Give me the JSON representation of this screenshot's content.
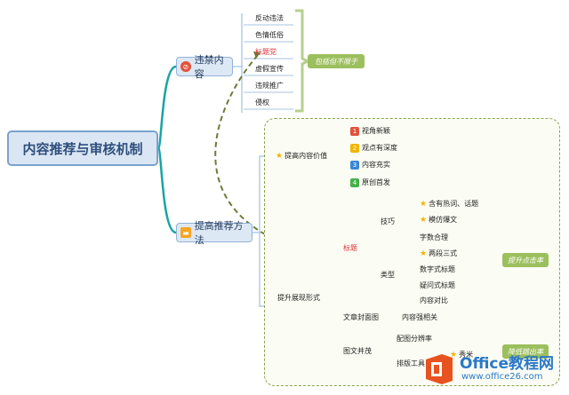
{
  "root": {
    "title": "内容推荐与审核机制"
  },
  "branches": {
    "prohibited": {
      "label": "违禁内容",
      "icon": "forbidden-icon"
    },
    "promote": {
      "label": "提高推荐方法",
      "icon": "folder-icon"
    }
  },
  "prohibited_items": [
    "反动违法",
    "色情低俗",
    "标题党",
    "虚假宣传",
    "违规推广",
    "侵权"
  ],
  "prohibited_note": "包括但不限于",
  "value": {
    "label": "提高内容价值",
    "items": [
      {
        "num": "1",
        "text": "视角新颖"
      },
      {
        "num": "2",
        "text": "观点有深度"
      },
      {
        "num": "3",
        "text": "内容充实"
      },
      {
        "num": "4",
        "text": "原创首发"
      }
    ]
  },
  "display": {
    "label": "提升展现形式",
    "title": {
      "label": "标题",
      "skills": {
        "label": "技巧",
        "items": [
          "含有热词、话题",
          "模仿爆文",
          "字数合理"
        ]
      },
      "types": {
        "label": "类型",
        "items": [
          "两段三式",
          "数字式标题",
          "疑问式标题",
          "内容对比"
        ]
      }
    },
    "cover": {
      "label": "文章封面图",
      "item": "内容强相关"
    },
    "richtext": {
      "label": "图文并茂",
      "items": [
        "配图分辨率",
        "排版工具"
      ],
      "sub": "秀米"
    }
  },
  "tags": {
    "click": "提升点击率",
    "bounce": "降低跳出率"
  },
  "watermark": {
    "brand": "Office教程网",
    "url": "www.office26.com"
  },
  "colors": {
    "root_bg": "#dbe6f4",
    "branch_bg": "#dde8f5",
    "teal_line": "#1aa3a3",
    "green_tag": "#9cbf5e",
    "red_text": "#e0303a"
  }
}
